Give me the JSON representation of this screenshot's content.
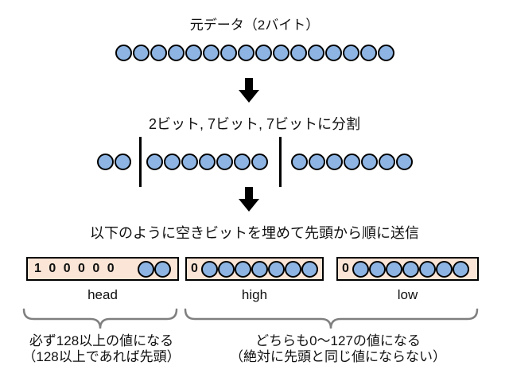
{
  "colors": {
    "circle_fill": "#8DB4E2",
    "circle_border": "#000000",
    "box_fill": "#FBE5D6",
    "box_border": "#000000",
    "brace": "#7F7F7F",
    "arrow": "#000000"
  },
  "source": {
    "title": "元データ（2バイト）",
    "bit_count": 16
  },
  "split": {
    "title": "2ビット, 7ビット, 7ビットに分割",
    "groups": [
      2,
      7,
      7
    ]
  },
  "send": {
    "title": "以下のように空きビットを埋めて先頭から順に送信",
    "boxes": [
      {
        "label": "head",
        "digits": "1 0 0 0 0 0",
        "circles": 2
      },
      {
        "label": "high",
        "digits": "0",
        "circles": 7
      },
      {
        "label": "low",
        "digits": "0",
        "circles": 7
      }
    ]
  },
  "notes": {
    "left": [
      "必ず128以上の値になる",
      "（128以上であれば先頭）"
    ],
    "right": [
      "どちらも0〜127の値になる",
      "（絶対に先頭と同じ値にならない）"
    ]
  }
}
